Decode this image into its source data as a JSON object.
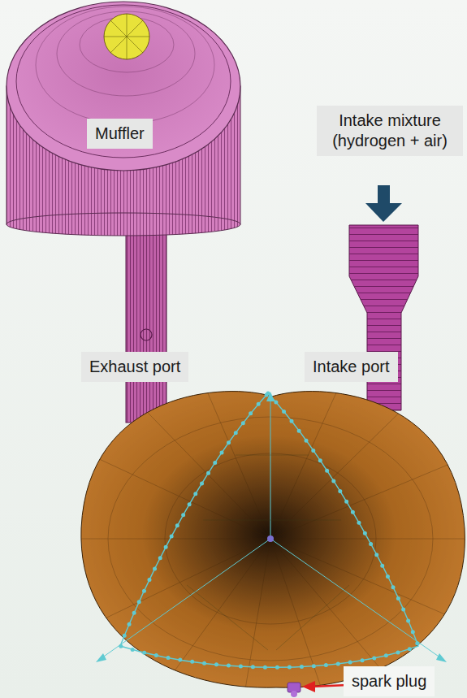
{
  "diagram": {
    "nodes": [
      {
        "text": [
          "Muffler"
        ]
      },
      {
        "text": [
          "Intake mixture (hydrogen + air)"
        ]
      },
      {
        "text": [
          "Exhaust port"
        ]
      },
      {
        "text": [
          "Intake port"
        ]
      },
      {
        "text": [
          "spark plug"
        ]
      }
    ]
  }
}
